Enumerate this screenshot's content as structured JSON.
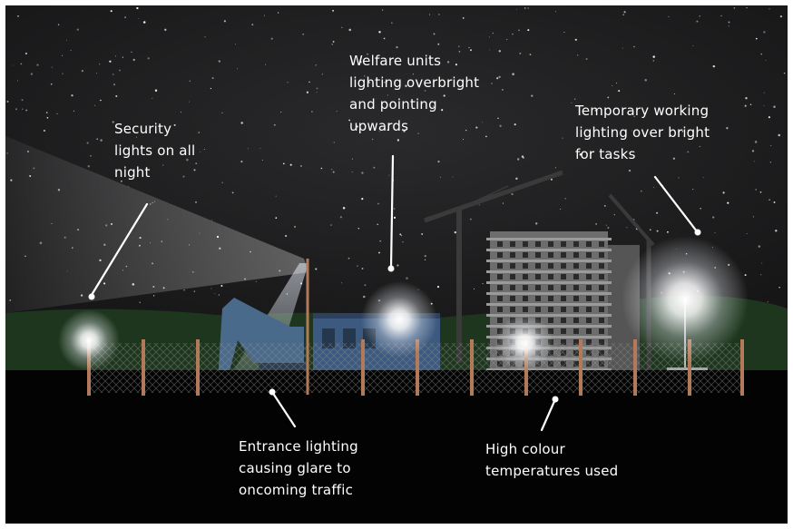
{
  "colors": {
    "sky": "#1c1c1e",
    "ground": "#030303",
    "hills": "#1f3a1f",
    "text": "#ffffff",
    "fence_post": "#b27a58",
    "cabin": "#3c5a80",
    "excavator": "#4a6a8c",
    "building": "#6f6f6f"
  },
  "annotations": {
    "security": {
      "lines": [
        "Security",
        "lights on all",
        "night"
      ],
      "icon": "flood-light-glow"
    },
    "welfare": {
      "lines": [
        "Welfare units",
        "lighting overbright",
        "and pointing",
        "upwards"
      ],
      "icon": "cabin-light-glow"
    },
    "temporary": {
      "lines": [
        "Temporary working",
        "lighting over bright",
        "for tasks"
      ],
      "icon": "tower-light-glow"
    },
    "entrance": {
      "lines": [
        "Entrance lighting",
        "causing glare to",
        "oncoming traffic"
      ]
    },
    "colour": {
      "lines": [
        "High colour",
        "temperatures used"
      ]
    }
  }
}
